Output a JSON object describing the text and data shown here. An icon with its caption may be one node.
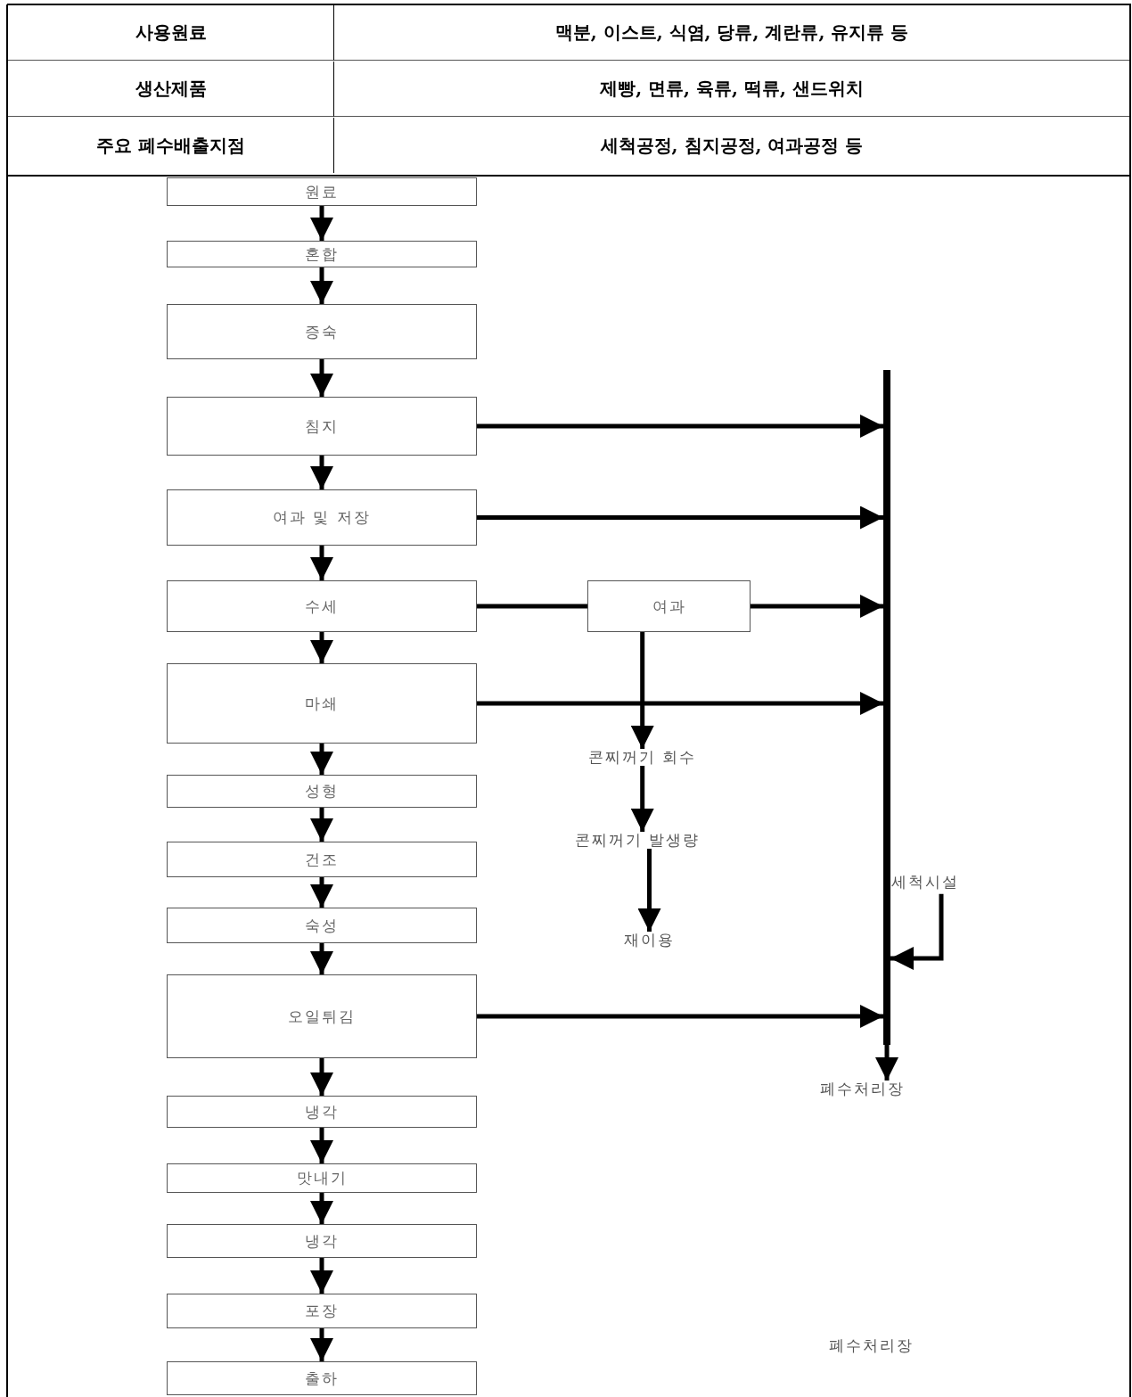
{
  "diagram": {
    "nodes": [
      {
        "text": [
          "원료"
        ]
      },
      {
        "text": [
          "혼합"
        ]
      },
      {
        "text": [
          "증숙"
        ]
      },
      {
        "text": [
          "침지"
        ]
      },
      {
        "text": [
          "여과 및 저장"
        ]
      },
      {
        "text": [
          "수세"
        ]
      },
      {
        "text": [
          "마쇄"
        ]
      },
      {
        "text": [
          "성형"
        ]
      },
      {
        "text": [
          "건조"
        ]
      },
      {
        "text": [
          "숙성"
        ]
      },
      {
        "text": [
          "오일튀김"
        ]
      },
      {
        "text": [
          "냉각"
        ]
      },
      {
        "text": [
          "맛내기"
        ]
      },
      {
        "text": [
          "냉각"
        ]
      },
      {
        "text": [
          "포장"
        ]
      },
      {
        "text": [
          "출하"
        ]
      },
      {
        "text": [
          "여과"
        ]
      },
      {
        "text": [
          "콘찌꺼기 회수"
        ]
      },
      {
        "text": [
          "콘찌꺼기 발생량"
        ]
      },
      {
        "text": [
          "재이용"
        ]
      },
      {
        "text": [],
        "shape": "bar"
      },
      {
        "text": [
          "폐수처리장"
        ]
      },
      {
        "text": [
          "세척시설"
        ]
      }
    ],
    "edges": [
      {
        "from": 0,
        "to": 1,
        "arrow": "to"
      },
      {
        "from": 1,
        "to": 2,
        "arrow": "to"
      },
      {
        "from": 2,
        "to": 3,
        "arrow": "to"
      },
      {
        "from": 3,
        "to": 4,
        "arrow": "to"
      },
      {
        "from": 4,
        "to": 5,
        "arrow": "to"
      },
      {
        "from": 5,
        "to": 6,
        "arrow": "to"
      },
      {
        "from": 6,
        "to": 7,
        "arrow": "to"
      },
      {
        "from": 7,
        "to": 8,
        "arrow": "to"
      },
      {
        "from": 8,
        "to": 9,
        "arrow": "to"
      },
      {
        "from": 9,
        "to": 10,
        "arrow": "to"
      },
      {
        "from": 10,
        "to": 11,
        "arrow": "to"
      },
      {
        "from": 11,
        "to": 12,
        "arrow": "to"
      },
      {
        "from": 12,
        "to": 13,
        "arrow": "to"
      },
      {
        "from": 13,
        "to": 14,
        "arrow": "to"
      },
      {
        "from": 14,
        "to": 15,
        "arrow": "to"
      },
      {
        "from": 3,
        "to": 20,
        "arrow": "to"
      },
      {
        "from": 4,
        "to": 20,
        "arrow": "to"
      },
      {
        "from": 5,
        "to": 16,
        "arrow": "none"
      },
      {
        "from": 16,
        "to": 20,
        "arrow": "to"
      },
      {
        "from": 6,
        "to": 20,
        "arrow": "to"
      },
      {
        "from": 16,
        "to": 17,
        "arrow": "to"
      },
      {
        "from": 17,
        "to": 18,
        "arrow": "to"
      },
      {
        "from": 18,
        "to": 19,
        "arrow": "to"
      },
      {
        "from": 22,
        "to": 20,
        "arrow": "to"
      },
      {
        "from": 10,
        "to": 20,
        "arrow": "to"
      },
      {
        "from": 20,
        "to": 21,
        "arrow": "to"
      }
    ],
    "labels": [
      "사용원료",
      "맥분, 이스트, 식염, 당류, 계란류, 유지류 등",
      "생산제품",
      "제빵, 면류, 육류, 떡류, 샌드위치",
      "주요 폐수배출지점",
      "세척공정, 침지공정, 여과공정 등",
      "폐수처리장"
    ]
  }
}
